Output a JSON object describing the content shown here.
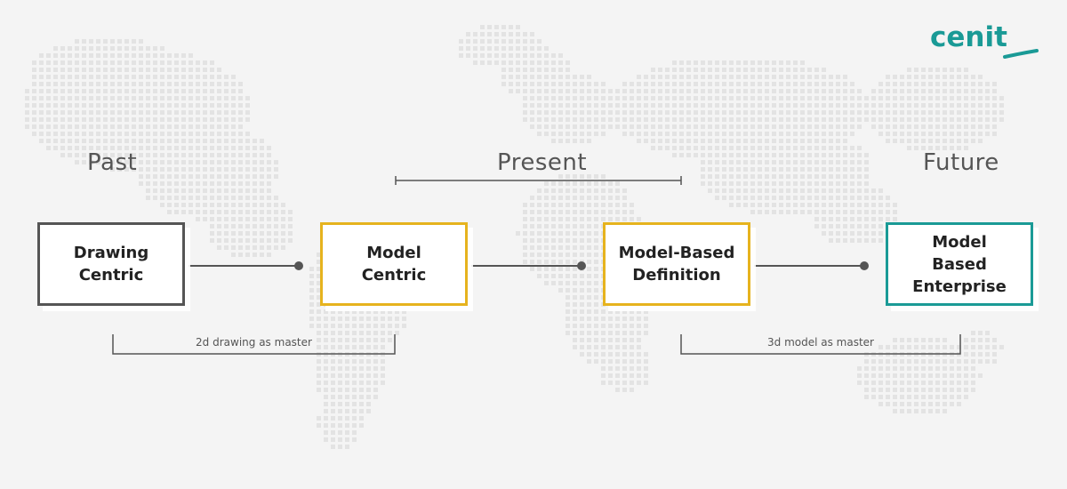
{
  "logo": {
    "text": "cenit",
    "color": "#1a9a96"
  },
  "phases": {
    "past": "Past",
    "present": "Present",
    "future": "Future"
  },
  "boxes": [
    {
      "label": "Drawing\nCentric",
      "border_color": "#555555"
    },
    {
      "label": "Model\nCentric",
      "border_color": "#e6b31e"
    },
    {
      "label": "Model-Based\nDefinition",
      "border_color": "#e6b31e"
    },
    {
      "label": "Model\nBased\nEnterprise",
      "border_color": "#1a9a96"
    }
  ],
  "brackets": {
    "left": "2d drawing as master",
    "right": "3d model as master"
  },
  "colors": {
    "line": "#555555",
    "map_dots": "#e3e3e3"
  }
}
